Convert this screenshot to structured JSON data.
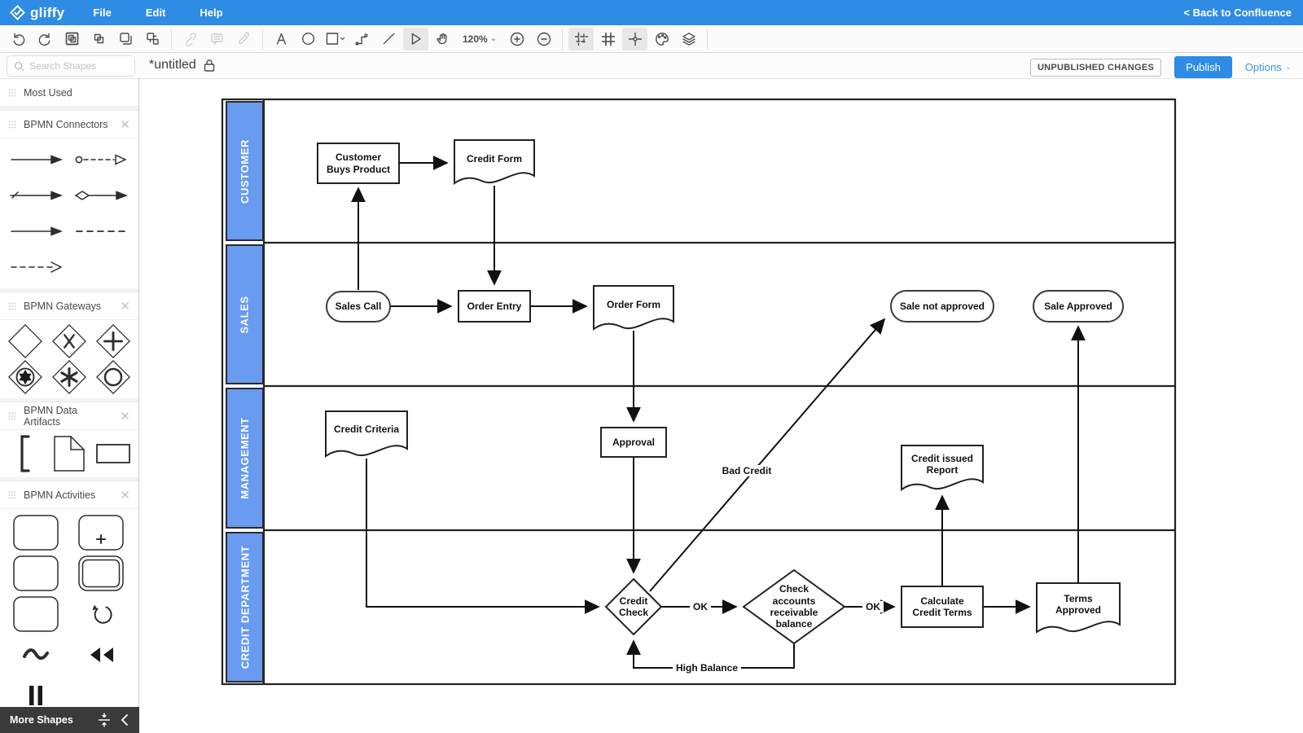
{
  "topbar": {
    "brand": "gliffy",
    "menus": [
      "File",
      "Edit",
      "Help"
    ],
    "back_link": "< Back to Confluence"
  },
  "toolbar": {
    "zoom_level": "120%"
  },
  "header": {
    "title": "*untitled",
    "search_placeholder": "Search Shapes",
    "status_badge": "UNPUBLISHED CHANGES",
    "publish_label": "Publish",
    "options_label": "Options"
  },
  "sidebar": {
    "sections": [
      {
        "title": "Most Used"
      },
      {
        "title": "BPMN Connectors"
      },
      {
        "title": "BPMN Gateways"
      },
      {
        "title": "BPMN Data Artifacts"
      },
      {
        "title": "BPMN Activities"
      }
    ],
    "more_shapes_label": "More Shapes"
  },
  "colors": {
    "topbar_blue": "#2f8ce4",
    "lane_blue": "#699bf0",
    "publish_blue": "#2f8ce4",
    "options_blue": "#3a96e8"
  },
  "diagram": {
    "lanes": [
      "CUSTOMER",
      "SALES",
      "MANAGEMENT",
      "CREDIT DEPARTMENT"
    ],
    "nodes": {
      "customer_buys_product": {
        "label": "Customer\nBuys Product",
        "type": "process",
        "lane": "CUSTOMER"
      },
      "credit_form": {
        "label": "Credit Form",
        "type": "document",
        "lane": "CUSTOMER"
      },
      "sales_call": {
        "label": "Sales Call",
        "type": "terminator",
        "lane": "SALES"
      },
      "order_entry": {
        "label": "Order Entry",
        "type": "process",
        "lane": "SALES"
      },
      "order_form": {
        "label": "Order Form",
        "type": "document",
        "lane": "SALES"
      },
      "sale_not_approved": {
        "label": "Sale not approved",
        "type": "terminator",
        "lane": "SALES"
      },
      "sale_approved": {
        "label": "Sale Approved",
        "type": "terminator",
        "lane": "SALES"
      },
      "credit_criteria": {
        "label": "Credit Criteria",
        "type": "document",
        "lane": "MANAGEMENT"
      },
      "approval": {
        "label": "Approval",
        "type": "process",
        "lane": "MANAGEMENT"
      },
      "credit_issued_report": {
        "label": "Credit issued\nReport",
        "type": "document",
        "lane": "MANAGEMENT"
      },
      "credit_check": {
        "label": "Credit\nCheck",
        "type": "decision",
        "lane": "CREDIT DEPARTMENT"
      },
      "check_accounts": {
        "label": "Check\naccounts\nreceivable\nbalance",
        "type": "decision",
        "lane": "CREDIT DEPARTMENT"
      },
      "calculate_credit_terms": {
        "label": "Calculate\nCredit Terms",
        "type": "process",
        "lane": "CREDIT DEPARTMENT"
      },
      "terms_approved": {
        "label": "Terms\nApproved",
        "type": "document",
        "lane": "CREDIT DEPARTMENT"
      }
    },
    "edge_labels": {
      "ok_1": "OK",
      "ok_2": "OK",
      "bad_credit": "Bad Credit",
      "high_balance": "High Balance"
    },
    "edges": [
      {
        "from": "customer_buys_product",
        "to": "credit_form"
      },
      {
        "from": "sales_call",
        "to": "customer_buys_product"
      },
      {
        "from": "credit_form",
        "to": "order_entry"
      },
      {
        "from": "sales_call",
        "to": "order_entry"
      },
      {
        "from": "order_entry",
        "to": "order_form"
      },
      {
        "from": "order_form",
        "to": "approval"
      },
      {
        "from": "approval",
        "to": "credit_check"
      },
      {
        "from": "credit_criteria",
        "to": "credit_check"
      },
      {
        "from": "credit_check",
        "to": "check_accounts",
        "label": "OK"
      },
      {
        "from": "credit_check",
        "to": "sale_not_approved",
        "label": "Bad Credit"
      },
      {
        "from": "check_accounts",
        "to": "calculate_credit_terms",
        "label": "OK"
      },
      {
        "from": "check_accounts",
        "to": "credit_check",
        "label": "High Balance"
      },
      {
        "from": "calculate_credit_terms",
        "to": "credit_issued_report"
      },
      {
        "from": "calculate_credit_terms",
        "to": "terms_approved"
      },
      {
        "from": "terms_approved",
        "to": "sale_approved"
      }
    ]
  }
}
